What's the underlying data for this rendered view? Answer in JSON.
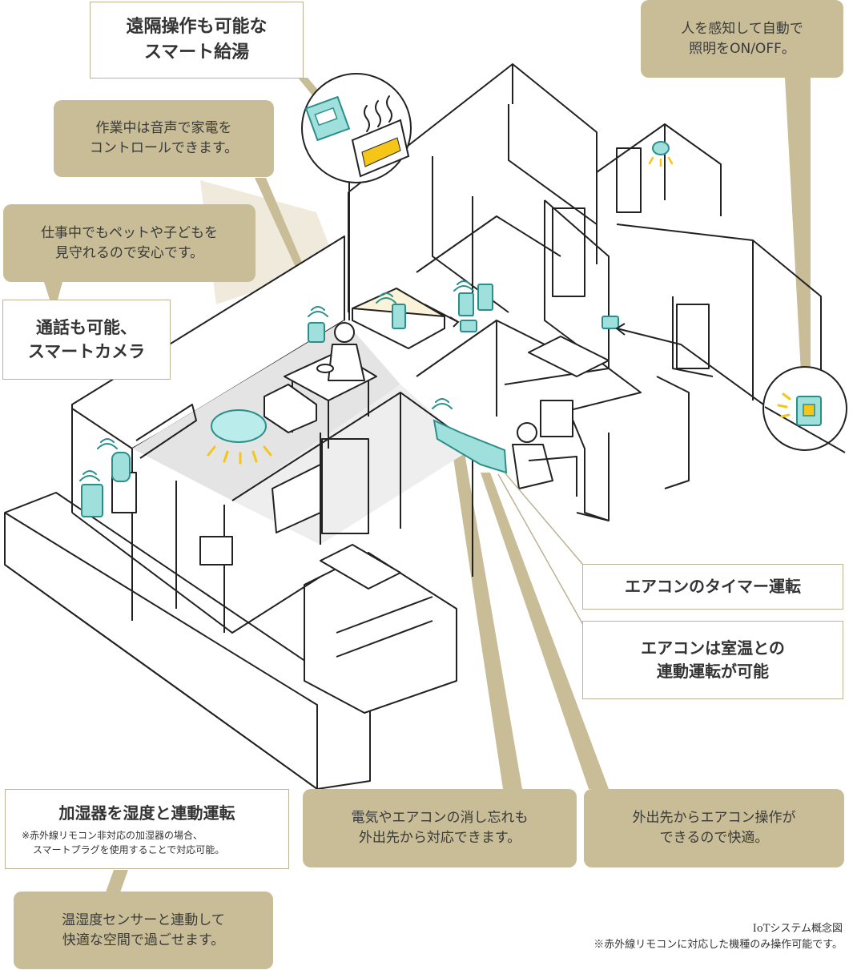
{
  "callouts": {
    "remote_water": [
      "遠隔操作も可能な",
      "スマート給湯"
    ],
    "voice_control": [
      "作業中は音声で家電を",
      "コントロールできます。"
    ],
    "motion_light": [
      "人を感知して自動で",
      "照明をON/OFF。"
    ],
    "watch_pets": [
      "仕事中でもペットや子どもを",
      "見守れるので安心です。"
    ],
    "smart_camera": [
      "通話も可能、",
      "スマートカメラ"
    ],
    "ac_timer": [
      "エアコンのタイマー運転"
    ],
    "ac_room_temp": [
      "エアコンは室温との",
      "連動運転が可能"
    ],
    "humidifier": {
      "title": "加湿器を湿度と連動運転",
      "note": [
        "※赤外線リモコン非対応の加湿器の場合、",
        "スマートプラグを使用することで対応可能。"
      ]
    },
    "forgot_off": [
      "電気やエアコンの消し忘れも",
      "外出先から対応できます。"
    ],
    "remote_ac": [
      "外出先からエアコン操作が",
      "できるので快適。"
    ],
    "temp_sensor": [
      "温湿度センサーと連動して",
      "快適な空間で過ごせます。"
    ]
  },
  "caption": {
    "title": "IoTシステム概念図",
    "note": "※赤外線リモコンに対応した機種のみ操作可能です。"
  },
  "colors": {
    "accent": "#c8bd97",
    "device": "#9fe0dd",
    "device_stroke": "#2a8f8a",
    "light": "#f5c518",
    "line": "#222222"
  }
}
